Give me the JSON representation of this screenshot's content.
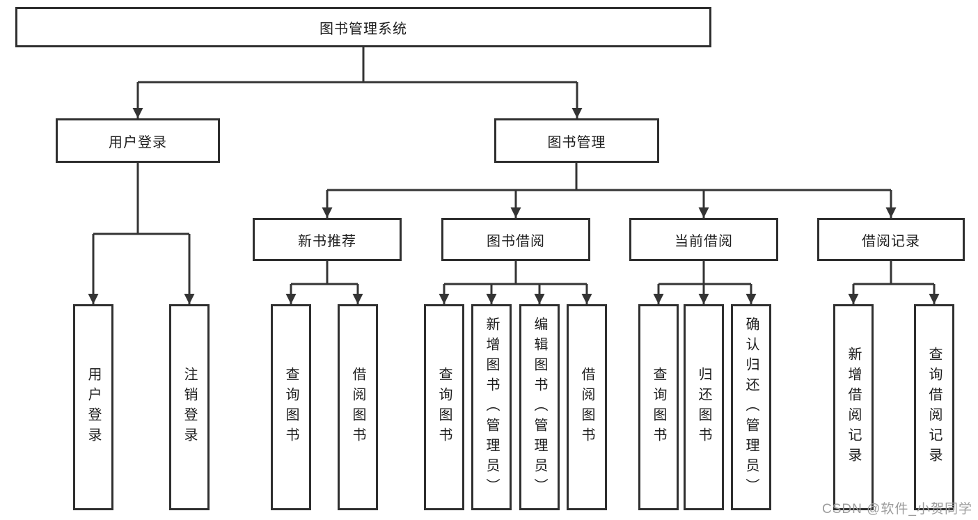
{
  "tree": {
    "label": "图书管理系统",
    "children": [
      {
        "label": "用户登录",
        "children": [
          {
            "label": "用户登录"
          },
          {
            "label": "注销登录"
          }
        ]
      },
      {
        "label": "图书管理",
        "children": [
          {
            "label": "新书推荐",
            "children": [
              {
                "label": "查询图书"
              },
              {
                "label": "借阅图书"
              }
            ]
          },
          {
            "label": "图书借阅",
            "children": [
              {
                "label": "查询图书"
              },
              {
                "label": "新增图书（管理员）"
              },
              {
                "label": "编辑图书（管理员）"
              },
              {
                "label": "借阅图书"
              }
            ]
          },
          {
            "label": "当前借阅",
            "children": [
              {
                "label": "查询图书"
              },
              {
                "label": "归还图书"
              },
              {
                "label": "确认归还（管理员）"
              }
            ]
          },
          {
            "label": "借阅记录",
            "children": [
              {
                "label": "新增借阅记录"
              },
              {
                "label": "查询借阅记录"
              }
            ]
          }
        ]
      }
    ]
  },
  "watermark": {
    "text": "CSDN @软件_小贺同学"
  },
  "colors": {
    "line": "#343434",
    "border": "#2f2f2f",
    "text": "#1d1d1d",
    "watermark": "#9c9c9c",
    "background": "#ffffff"
  }
}
